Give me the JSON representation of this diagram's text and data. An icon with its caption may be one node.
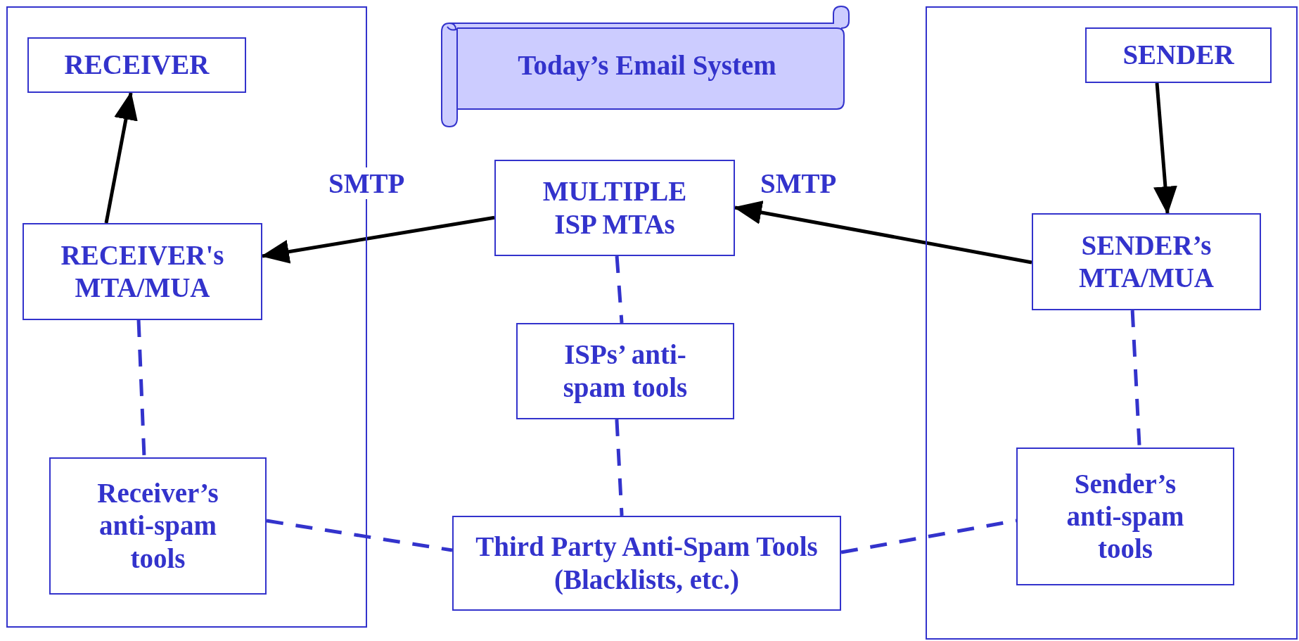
{
  "diagram": {
    "title": "Today’s Email System",
    "nodes": [
      {
        "text": [],
        "shape": "box"
      },
      {
        "text": [
          "RECEIVER"
        ],
        "in": 0
      },
      {
        "text": [
          "RECEIVER's MTA/MUA"
        ],
        "in": 0
      },
      {
        "text": [
          "Receiver’s anti-spam tools"
        ],
        "in": 0
      },
      {
        "text": [
          "MULTIPLE ISP MTAs"
        ]
      },
      {
        "text": [
          "ISPs’ anti-spam tools"
        ]
      },
      {
        "text": [
          "Third Party Anti-Spam Tools (Blacklists, etc.)"
        ]
      },
      {
        "text": [],
        "shape": "box"
      },
      {
        "text": [
          "SENDER"
        ],
        "in": 7
      },
      {
        "text": [
          "SENDER’s MTA/MUA"
        ],
        "in": 7
      },
      {
        "text": [
          "Sender’s anti-spam tools"
        ],
        "in": 7
      }
    ],
    "edges": [
      {
        "from": 8,
        "to": 9,
        "arrow": "to",
        "color": "#000000"
      },
      {
        "from": 9,
        "to": 4,
        "arrow": "to",
        "label": "SMTP",
        "color": "#000000"
      },
      {
        "from": 4,
        "to": 2,
        "arrow": "to",
        "label": "SMTP",
        "color": "#000000"
      },
      {
        "from": 2,
        "to": 1,
        "arrow": "to",
        "color": "#000000"
      },
      {
        "from": 2,
        "to": 3,
        "arrow": "none",
        "style": "dashed"
      },
      {
        "from": 4,
        "to": 5,
        "arrow": "none",
        "style": "dashed"
      },
      {
        "from": 5,
        "to": 6,
        "arrow": "none",
        "style": "dashed"
      },
      {
        "from": 3,
        "to": 6,
        "arrow": "none",
        "style": "dashed"
      },
      {
        "from": 6,
        "to": 10,
        "arrow": "none",
        "style": "dashed"
      },
      {
        "from": 9,
        "to": 10,
        "arrow": "none",
        "style": "dashed"
      }
    ]
  }
}
